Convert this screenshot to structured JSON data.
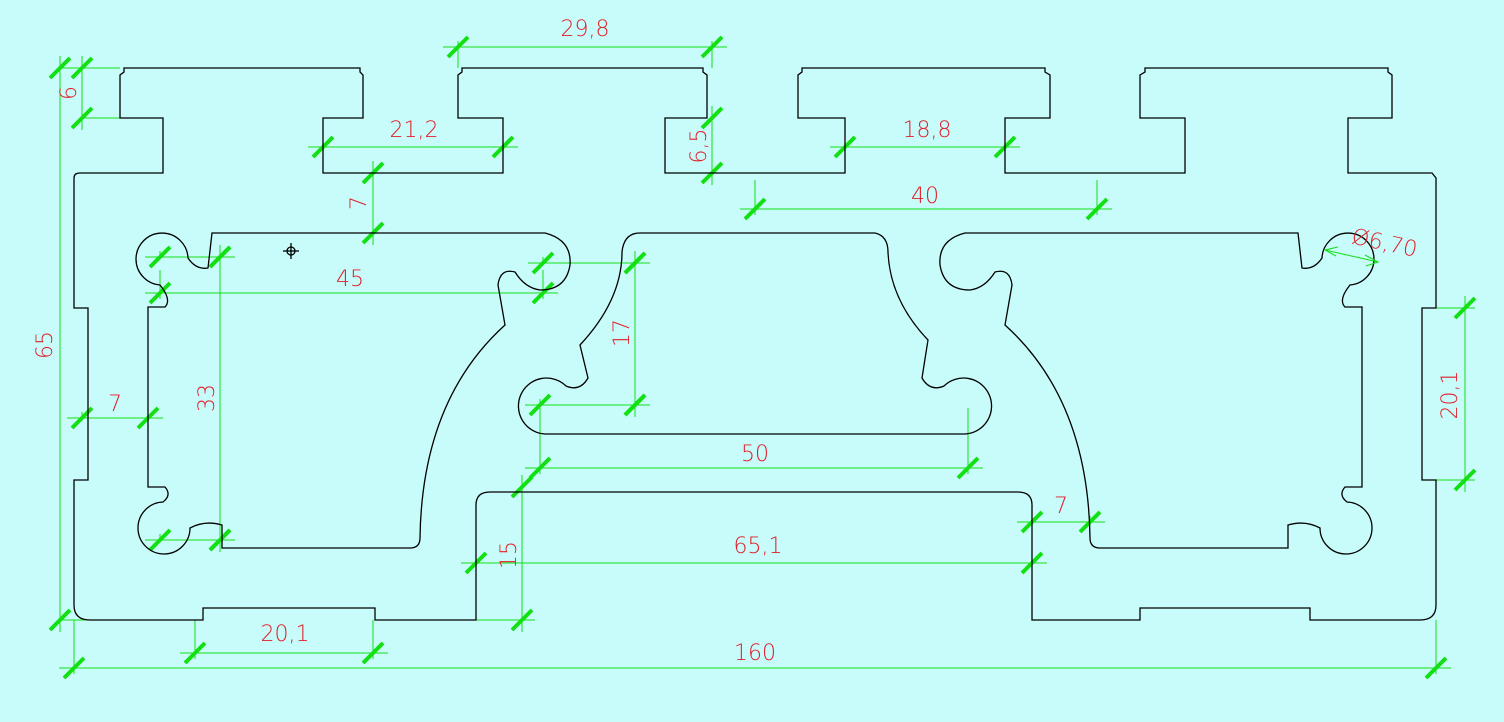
{
  "drawing": {
    "title": "Aluminium profile cross-section 160 x 65",
    "colors": {
      "background": "#c8fcfa",
      "outline": "#000000",
      "dimension": "#12e012",
      "label": "#e0202a"
    },
    "dimensions": {
      "slot_pitch_top": "29,8",
      "slot_width_left": "21,2",
      "slot_width_right": "18,8",
      "slot_spacing": "40",
      "head_thickness": "6",
      "slot_depth": "6,5",
      "wall_top": "7",
      "total_height": "65",
      "cavity_width": "45",
      "cavity_height": "33",
      "center_depth": "17",
      "wall_left": "7",
      "center_channel": "50",
      "bottom_offset": "15",
      "bottom_channel": "65,1",
      "wall_right": "7",
      "side_slot_right": "20,1",
      "bottom_slot": "20,1",
      "total_width": "160",
      "hole_diameter": "Ø6,70"
    }
  }
}
